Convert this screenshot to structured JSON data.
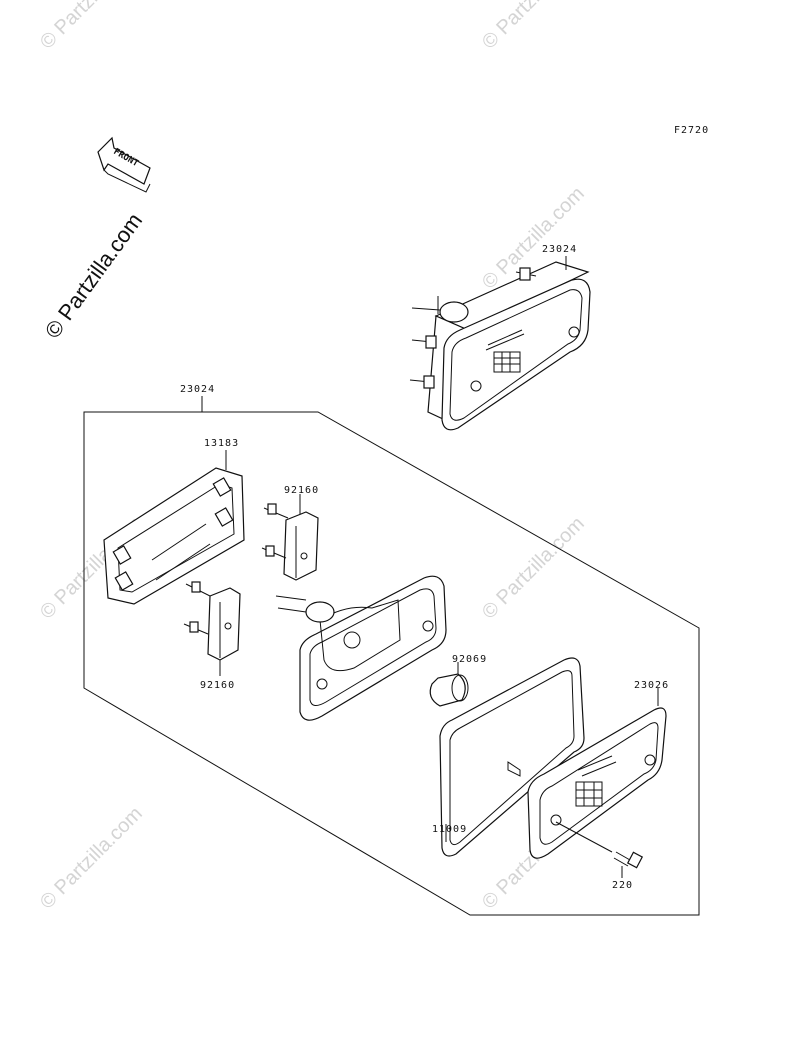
{
  "figure_code": "F2720",
  "front_arrow_text": "FRONT",
  "watermark_main": "© Partzilla.com",
  "watermark_faint": "© Partzilla.com",
  "labels": {
    "p23024_top": "23024",
    "p23024_main": "23024",
    "p13183": "13183",
    "p92160_top": "92160",
    "p92160_bottom": "92160",
    "p92069": "92069",
    "p23026": "23026",
    "p11009": "11009",
    "p220": "220"
  }
}
